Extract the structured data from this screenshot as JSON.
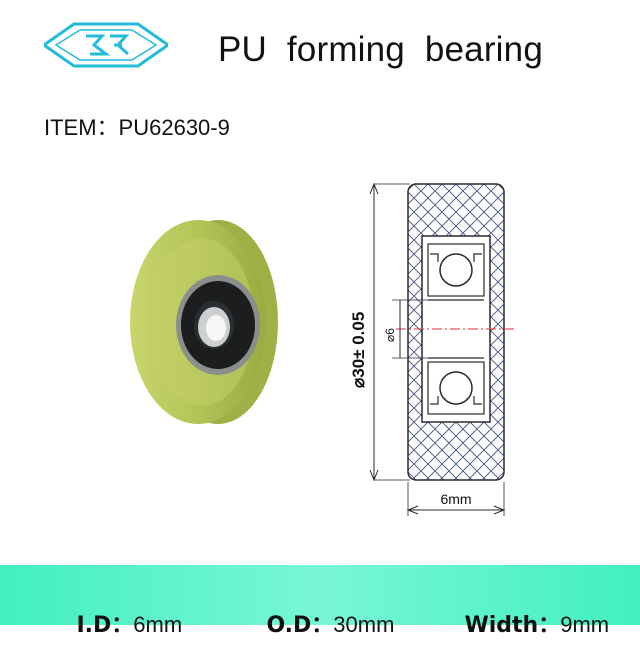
{
  "header": {
    "title": "PU  forming  bearing",
    "logo_icon": "company-logo-icon"
  },
  "item": {
    "text": "ITEM：PU62630-9"
  },
  "drawing": {
    "outer_diameter_label": "⌀30± 0.05",
    "inner_diameter_label": "⌀6",
    "width_label": "6mm"
  },
  "specs": {
    "id_label": "I.D：",
    "id_value": "6mm",
    "od_label": "O.D：",
    "od_value": "30mm",
    "width_label": "Width：",
    "width_value": "9mm"
  },
  "colors": {
    "logo": "#22bcd8",
    "footer": "#4ef0c4",
    "pu_green": "#b7c85a",
    "centerline": "#e03030"
  }
}
